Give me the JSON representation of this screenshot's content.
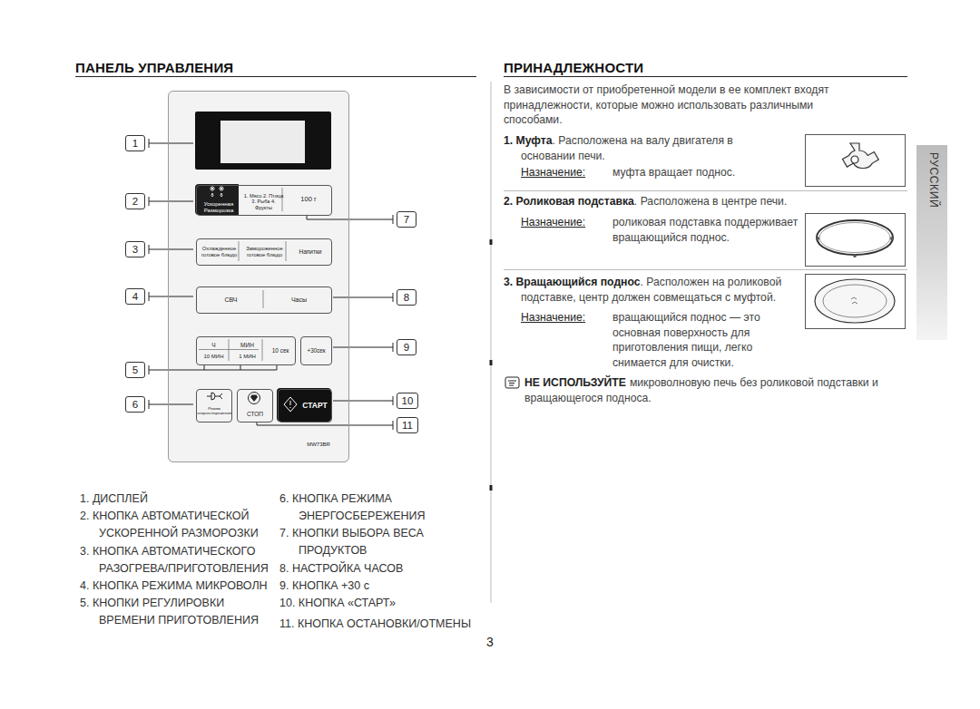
{
  "diagram": {
    "nodes": [
      {
        "text": [
          "MW73BR"
        ]
      },
      {
        "text": [
          "Ускоренная Разморозка",
          "1. Мясо 2. Птица 3. Рыба 4. Фрукты",
          "100 г"
        ],
        "in": 0
      },
      {
        "text": [
          "Охлажденное готовое блюдо",
          "Замороженное готовое блюдо",
          "Напитки"
        ],
        "in": 0
      },
      {
        "text": [
          "СВЧ",
          "Часы"
        ],
        "in": 0
      },
      {
        "text": [
          "Ч",
          "10 МИН",
          "МИН",
          "1 МИН",
          "10 сек"
        ],
        "in": 0
      },
      {
        "text": [
          "+30сек"
        ],
        "in": 0
      },
      {
        "text": [
          "Режим энергосбережения"
        ],
        "in": 0
      },
      {
        "text": [
          "СТОП"
        ],
        "in": 0
      },
      {
        "text": [
          "СТАРТ"
        ],
        "in": 0
      },
      {
        "text": [
          "РУССКИЙ"
        ]
      }
    ],
    "labels": [
      "ПАНЕЛЬ УПРАВЛЕНИЯ",
      "ПРИНАДЛЕЖНОСТИ",
      "1",
      "2",
      "3",
      "4",
      "5",
      "6",
      "7",
      "8",
      "9",
      "10",
      "11",
      "1. ДИСПЛЕЙ",
      "2. КНОПКА АВТОМАТИЧЕСКОЙ УСКОРЕННОЙ РАЗМОРОЗКИ",
      "3. КНОПКА АВТОМАТИЧЕСКОГО РАЗОГРЕВА/ПРИГОТОВЛЕНИЯ",
      "4. КНОПКА РЕЖИМА МИКРОВОЛН",
      "5. КНОПКИ РЕГУЛИРОВКИ ВРЕМЕНИ ПРИГОТОВЛЕНИЯ",
      "6. КНОПКА РЕЖИМА ЭНЕРГОСБЕРЕЖЕНИЯ",
      "7. КНОПКИ ВЫБОРА ВЕСА ПРОДУКТОВ",
      "8. НАСТРОЙКА ЧАСОВ",
      "9. КНОПКА +30 с",
      "10. КНОПКА «СТАРТ»",
      "11. КНОПКА ОСТАНОВКИ/ОТМЕНЫ",
      "В зависимости от приобретенной модели в ее комплект входят принадлежности, которые можно использовать различными способами.",
      "1. Муфта",
      ". Расположена на валу двигателя в основании печи.",
      "Назначение:",
      "муфта вращает поднос.",
      "2. Роликовая подставка",
      ". Расположена в центре печи.",
      "Назначение:",
      "роликовая подставка поддерживает вращающийся поднос.",
      "3. Вращающийся поднос",
      ". Расположен на роликовой подставке, центр должен совмещаться с муфтой.",
      "Назначение:",
      "вращающийся поднос — это основная поверхность для приготовления пищи, легко снимается для очистки.",
      "НЕ ИСПОЛЬЗУЙТЕ",
      "микроволновую печь без роликовой подставки и вращающегося подноса.",
      "3"
    ]
  }
}
